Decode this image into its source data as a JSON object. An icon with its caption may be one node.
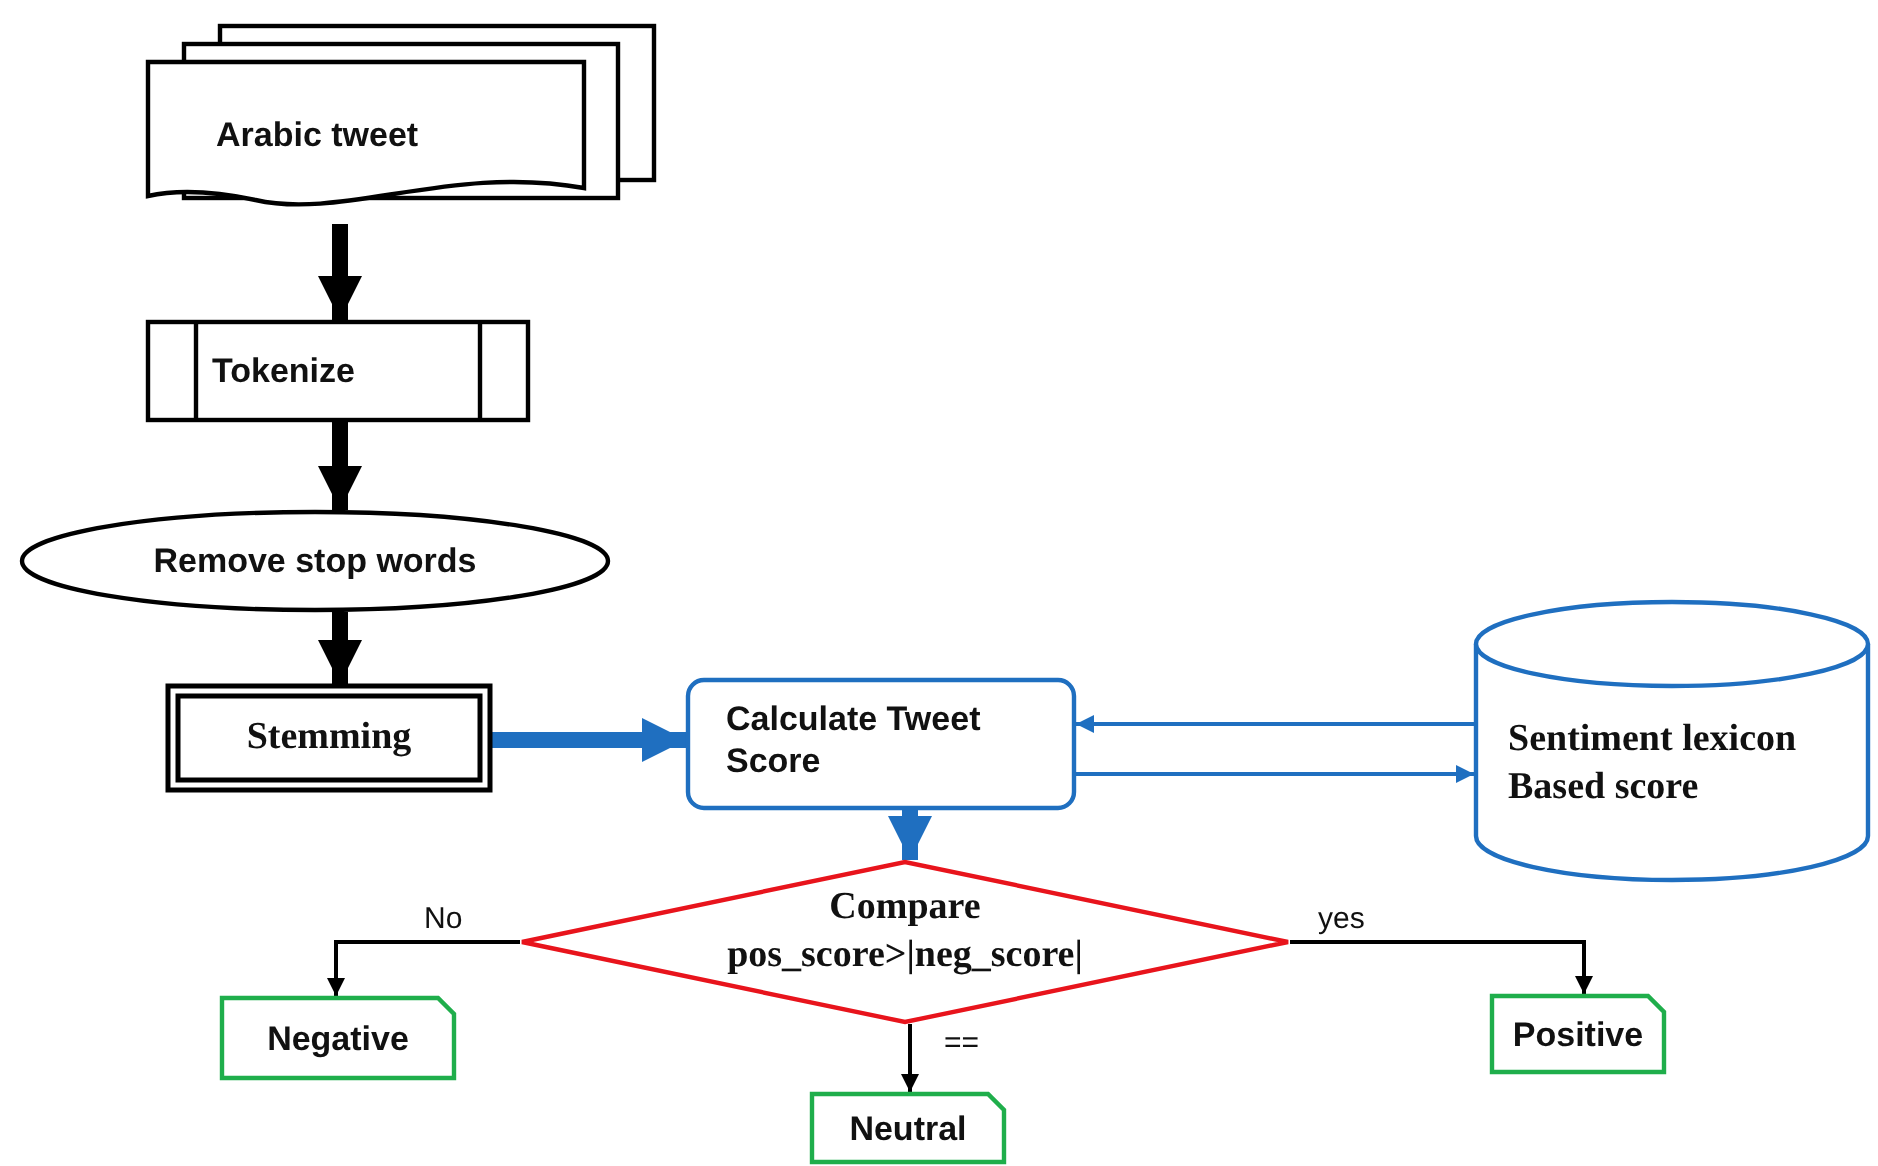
{
  "diagram": {
    "nodes": [
      {
        "text": [
          "Arabic tweet"
        ]
      },
      {
        "text": [
          "Tokenize"
        ]
      },
      {
        "text": [
          "Remove stop words"
        ]
      },
      {
        "text": [
          "Stemming"
        ]
      },
      {
        "text": [
          "Calculate Tweet Score"
        ]
      },
      {
        "text": [
          "Sentiment lexicon Based score"
        ]
      },
      {
        "text": [
          "Compare pos_score>|neg_score|"
        ]
      },
      {
        "text": [
          "Negative"
        ]
      },
      {
        "text": [
          "Neutral"
        ]
      },
      {
        "text": [
          "Positive"
        ]
      }
    ],
    "edges": [
      {
        "from": 0,
        "to": 1,
        "arrow": "to",
        "style": "thick"
      },
      {
        "from": 1,
        "to": 2,
        "arrow": "to",
        "style": "thick"
      },
      {
        "from": 2,
        "to": 3,
        "arrow": "to",
        "style": "thick"
      },
      {
        "from": 3,
        "to": 4,
        "arrow": "to",
        "style": "thick",
        "color": "#1f6fc0"
      },
      {
        "from": 5,
        "to": 4,
        "arrow": "to",
        "color": "#1f6fc0"
      },
      {
        "from": 4,
        "to": 5,
        "arrow": "to",
        "color": "#1f6fc0"
      },
      {
        "from": 4,
        "to": 6,
        "arrow": "to",
        "style": "thick",
        "color": "#1f6fc0"
      },
      {
        "from": 6,
        "to": 7,
        "arrow": "to",
        "label": "No"
      },
      {
        "from": 6,
        "to": 8,
        "arrow": "to",
        "label": "=="
      },
      {
        "from": 6,
        "to": 9,
        "arrow": "to",
        "label": "yes"
      }
    ]
  }
}
